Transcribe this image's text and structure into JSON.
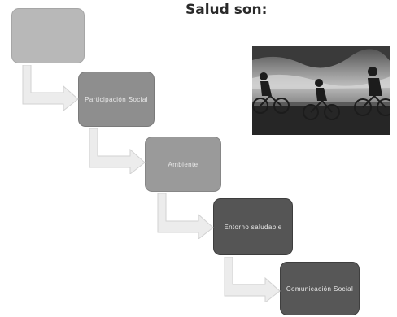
{
  "slide": {
    "title": "Salud son:"
  },
  "steps": [
    {
      "label": ""
    },
    {
      "label": "Participación Social"
    },
    {
      "label": "Ambiente"
    },
    {
      "label": "Entorno saludable"
    },
    {
      "label": "Comunicación Social"
    }
  ],
  "photo": {
    "icon": "cyclists-photo"
  }
}
